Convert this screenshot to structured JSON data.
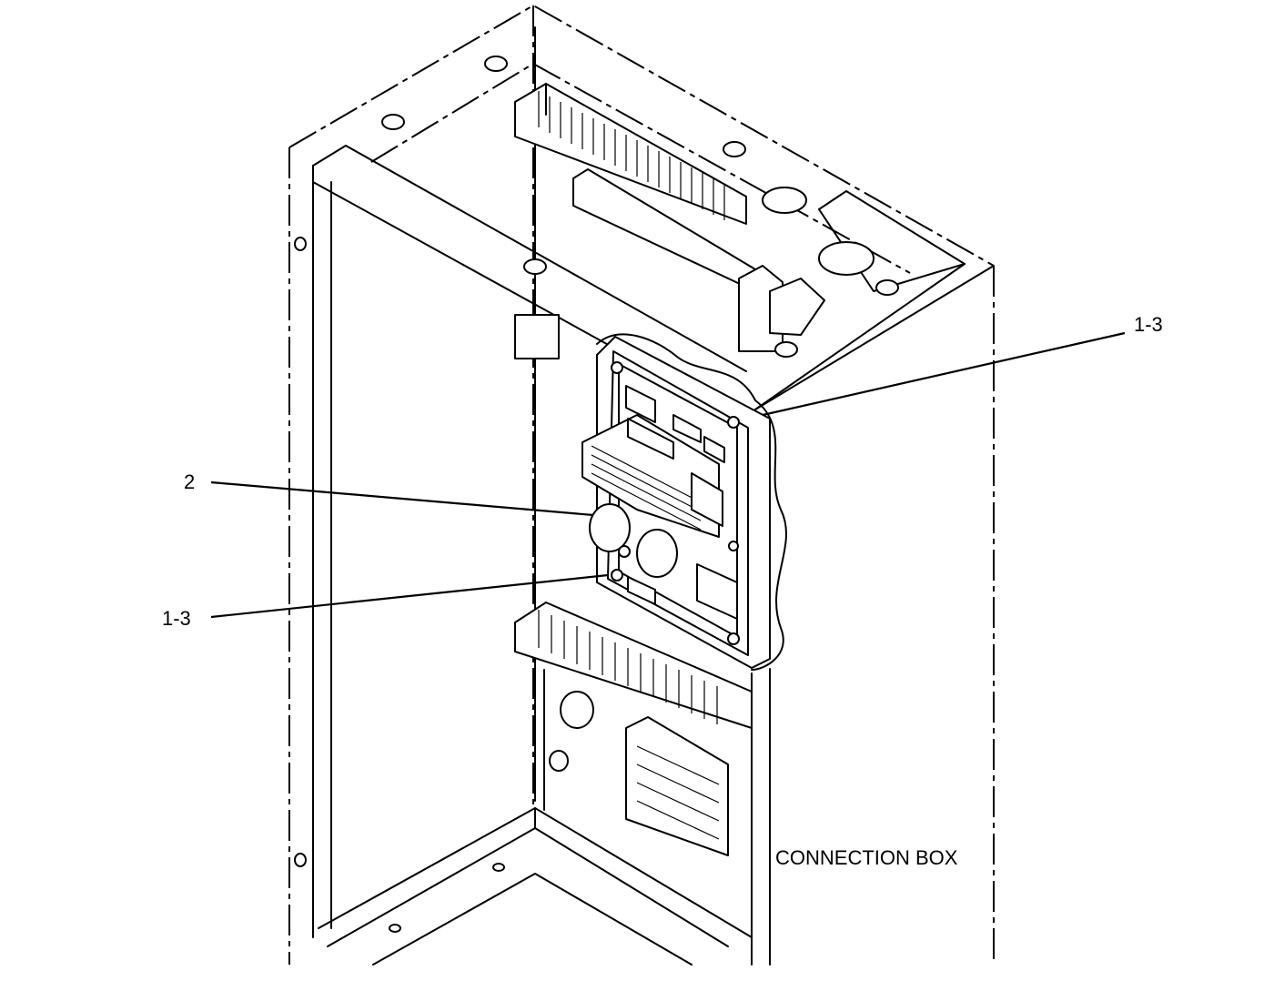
{
  "labels": {
    "callout_top": "1-3",
    "callout_middle": "2",
    "callout_bottom": "1-3",
    "caption": "CONNECTION BOX"
  },
  "colors": {
    "line": "#000000",
    "background": "#ffffff"
  }
}
